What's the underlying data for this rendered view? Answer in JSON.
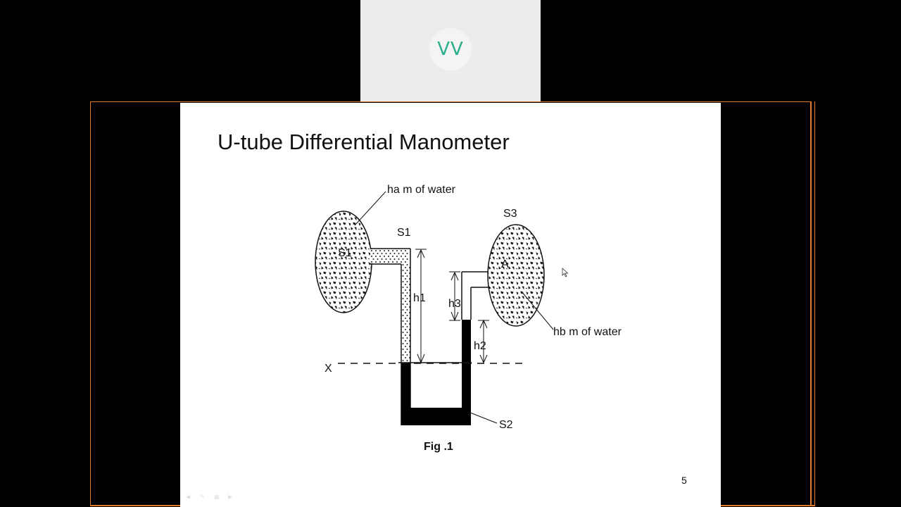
{
  "participant": {
    "initials": "VV"
  },
  "slide": {
    "title": "U-tube Differential Manometer",
    "page_number": "5",
    "figure": {
      "caption": "Fig .1",
      "labels": {
        "ha": "ha m of water",
        "hb": "hb m of water",
        "s1_pipe": "S1",
        "s1_tube": "S1",
        "s3": "S3",
        "a": "A",
        "h1": "h1",
        "h2": "h2",
        "h3": "h3",
        "x": "X",
        "s2": "S2"
      }
    }
  },
  "colors": {
    "frame_accent": "#e07a2a",
    "avatar_text": "#2bae8c"
  }
}
